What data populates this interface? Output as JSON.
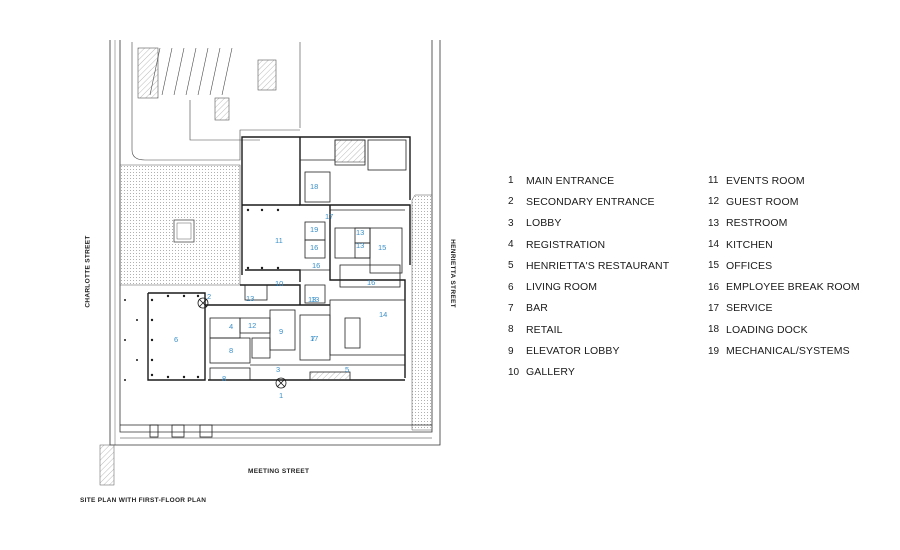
{
  "caption": "SITE PLAN WITH FIRST-FLOOR PLAN",
  "streets": {
    "meeting": "MEETING STREET",
    "charlotte": "CHARLOTTE STREET",
    "henrietta": "HENRIETTA STREET"
  },
  "legend": [
    {
      "num": "1",
      "label": "MAIN ENTRANCE"
    },
    {
      "num": "2",
      "label": "SECONDARY ENTRANCE"
    },
    {
      "num": "3",
      "label": "LOBBY"
    },
    {
      "num": "4",
      "label": "REGISTRATION"
    },
    {
      "num": "5",
      "label": "HENRIETTA'S RESTAURANT"
    },
    {
      "num": "6",
      "label": "LIVING ROOM"
    },
    {
      "num": "7",
      "label": "BAR"
    },
    {
      "num": "8",
      "label": "RETAIL"
    },
    {
      "num": "9",
      "label": "ELEVATOR LOBBY"
    },
    {
      "num": "10",
      "label": "GALLERY"
    },
    {
      "num": "11",
      "label": "EVENTS ROOM"
    },
    {
      "num": "12",
      "label": "GUEST ROOM"
    },
    {
      "num": "13",
      "label": "RESTROOM"
    },
    {
      "num": "14",
      "label": "KITCHEN"
    },
    {
      "num": "15",
      "label": "OFFICES"
    },
    {
      "num": "16",
      "label": "EMPLOYEE BREAK ROOM"
    },
    {
      "num": "17",
      "label": "SERVICE"
    },
    {
      "num": "18",
      "label": "LOADING DOCK"
    },
    {
      "num": "19",
      "label": "MECHANICAL/SYSTEMS"
    }
  ],
  "room_tags": [
    {
      "text": "1"
    },
    {
      "text": "2"
    },
    {
      "text": "3"
    },
    {
      "text": "4"
    },
    {
      "text": "5"
    },
    {
      "text": "6"
    },
    {
      "text": "7"
    },
    {
      "text": "8"
    },
    {
      "text": "8"
    },
    {
      "text": "9"
    },
    {
      "text": "10"
    },
    {
      "text": "11"
    },
    {
      "text": "12"
    },
    {
      "text": "13"
    },
    {
      "text": "13"
    },
    {
      "text": "13"
    },
    {
      "text": "13"
    },
    {
      "text": "13"
    },
    {
      "text": "14"
    },
    {
      "text": "15"
    },
    {
      "text": "16"
    },
    {
      "text": "16"
    },
    {
      "text": "16"
    },
    {
      "text": "17"
    },
    {
      "text": "17"
    },
    {
      "text": "18"
    },
    {
      "text": "19"
    }
  ],
  "colors": {
    "linework": "#1a1a1a",
    "room_numbers": "#3a8fc9",
    "hatch": "#9a9a9a"
  }
}
